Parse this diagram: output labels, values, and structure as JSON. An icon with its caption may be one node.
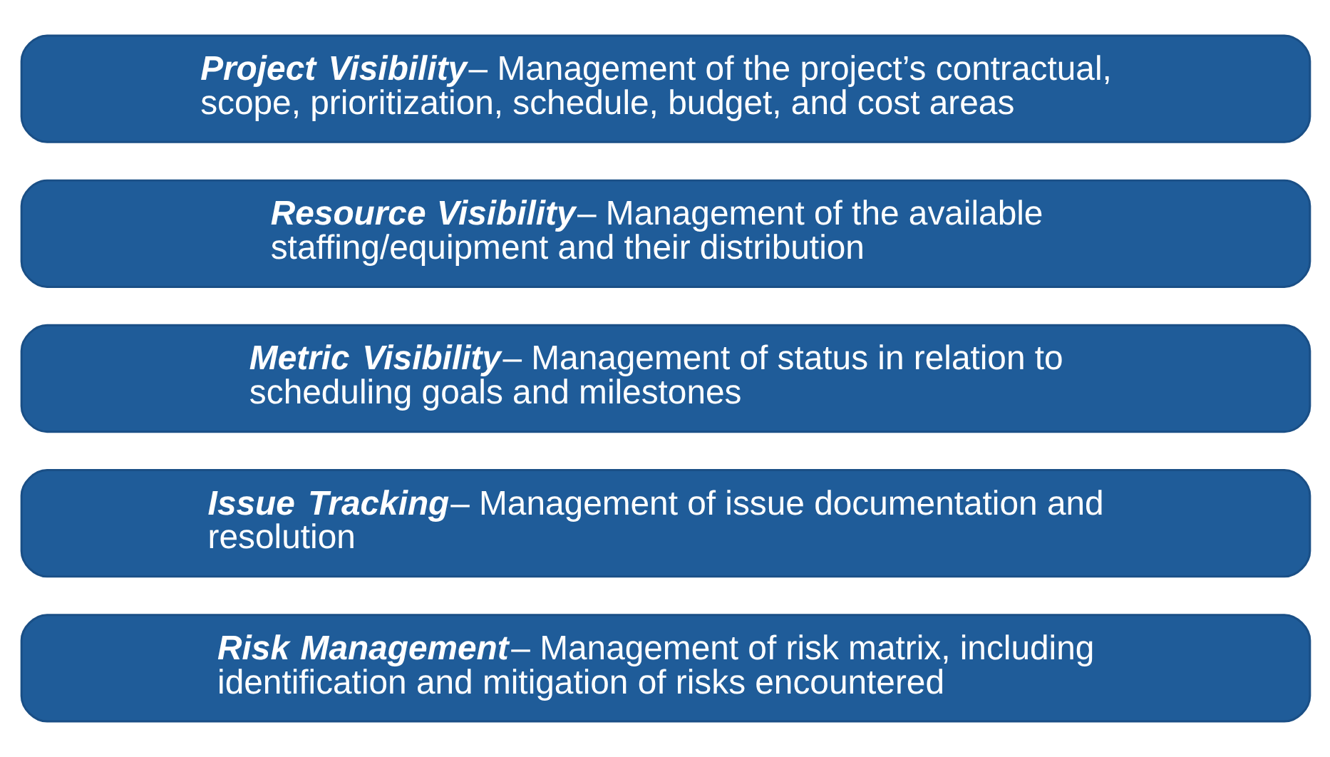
{
  "diagram": {
    "nodes": [
      {
        "text": [
          "Project Visibility",
          "– Management of the project’s contractual, scope, prioritization, schedule, budget, and cost areas"
        ]
      },
      {
        "text": [
          "Resource Visibility",
          "– Management of the available staffing/equipment and their distribution"
        ]
      },
      {
        "text": [
          "Metric Visibility",
          "– Management of status in relation to scheduling goals and milestones"
        ]
      },
      {
        "text": [
          "Issue Tracking",
          "– Management of issue documentation and resolution"
        ]
      },
      {
        "text": [
          "Risk Management",
          "– Management of risk matrix, including identification and mitigation of risks encountered"
        ]
      }
    ]
  }
}
